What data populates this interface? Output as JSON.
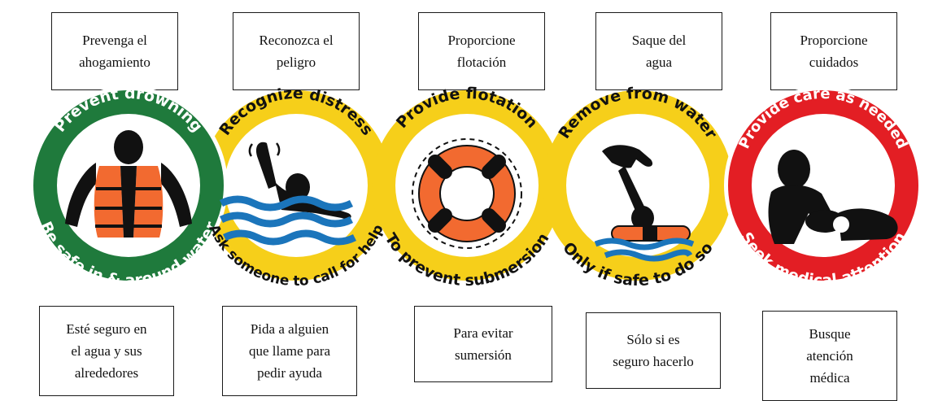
{
  "colors": {
    "green": "#1f7a3c",
    "yellow": "#f6cf1a",
    "red": "#e31e24",
    "white": "#ffffff",
    "black": "#111111",
    "orange": "#f26a30",
    "water": "#1b75bb"
  },
  "steps": [
    {
      "top_label": "Prevenga el\nahogamiento",
      "arc_top": "Prevent drowning",
      "arc_bottom": "Be safe in & around water",
      "bottom_label": "Esté seguro en\nel agua  y sus\nalrededores",
      "icon": "life-jacket-icon"
    },
    {
      "top_label": "Reconozca el\npeligro",
      "arc_top": "Recognize distress",
      "arc_bottom": "Ask someone to call for help",
      "bottom_label": "Pida a alguien\nque llame para\npedir ayuda",
      "icon": "distressed-swimmer-icon"
    },
    {
      "top_label": "Proporcione\nflotación",
      "arc_top": "Provide flotation",
      "arc_bottom": "To prevent submersion",
      "bottom_label": "Para evitar\nsumersión",
      "icon": "life-ring-icon"
    },
    {
      "top_label": "Saque del\nagua",
      "arc_top": "Remove from water",
      "arc_bottom": "Only if safe to do so",
      "bottom_label": "Sólo si es\nseguro hacerlo",
      "icon": "rescue-hand-icon"
    },
    {
      "top_label": "Proporcione\ncuidados",
      "arc_top": "Provide care as needed",
      "arc_bottom": "Seek medical attention",
      "bottom_label": "Busque\natención\nmédica",
      "icon": "cpr-icon"
    }
  ]
}
